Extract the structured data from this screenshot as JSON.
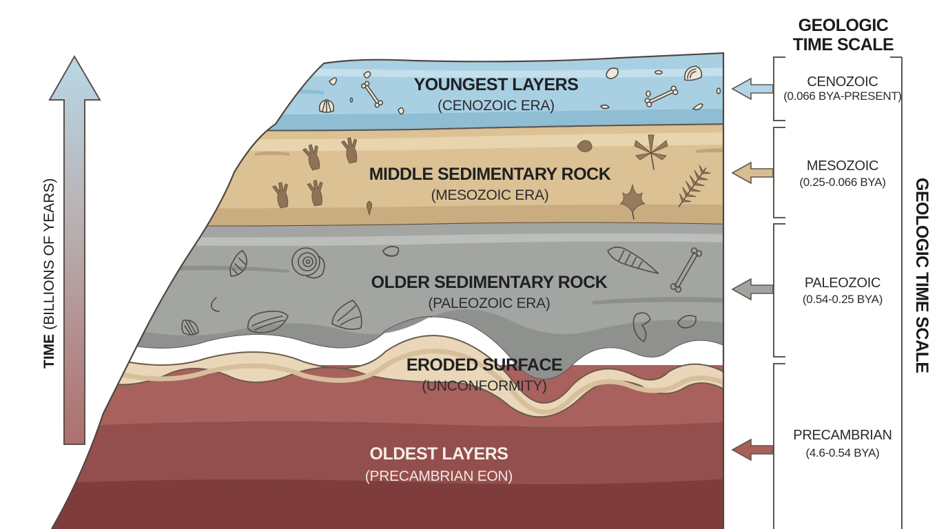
{
  "axis": {
    "label_bold": "TIME",
    "label_rest": "(BILLIONS OF YEARS)",
    "arrow_colors": {
      "top": "#b7d6e3",
      "bottom": "#b07270"
    }
  },
  "layers": [
    {
      "id": "cenozoic",
      "title": "YOUNGEST LAYERS",
      "subtitle": "(CENOZOIC ERA)",
      "color": "#a9d0e2",
      "fossils": [
        "shell-icon",
        "bone-icon",
        "clam-icon"
      ]
    },
    {
      "id": "mesozoic",
      "title": "MIDDLE SEDIMENTARY ROCK",
      "subtitle": "(MESOZOIC ERA)",
      "color": "#dcc093",
      "fossils": [
        "dinosaur-footprint-icon",
        "leaf-icon",
        "fern-icon"
      ]
    },
    {
      "id": "paleozoic",
      "title": "OLDER SEDIMENTARY ROCK",
      "subtitle": "(PALEOZOIC ERA)",
      "color": "#a2a4a1",
      "fossils": [
        "spiral-shell-icon",
        "ammonite-icon",
        "trilobite-icon",
        "bone-icon"
      ]
    },
    {
      "id": "unconformity",
      "title": "ERODED SURFACE",
      "subtitle": "(UNCONFORMITY)",
      "color": "#ead6b8",
      "fossils": []
    },
    {
      "id": "precambrian",
      "title": "OLDEST LAYERS",
      "subtitle": "(PRECAMBRIAN EON)",
      "color": "#9c5250",
      "fossils": []
    }
  ],
  "scale": {
    "title_line1": "GEOLOGIC",
    "title_line2": "TIME SCALE",
    "vertical_title": "GEOLOGIC TIME SCALE",
    "eras": [
      {
        "name": "CENOZOIC",
        "range": "(0.066 BYA-PRESENT)",
        "arrow_color": "#b3d5e5"
      },
      {
        "name": "MESOZOIC",
        "range": "(0.25-0.066 BYA)",
        "arrow_color": "#d8bd92"
      },
      {
        "name": "PALEOZOIC",
        "range": "(0.54-0.25 BYA)",
        "arrow_color": "#a3a4a2"
      },
      {
        "name": "PRECAMBRIAN",
        "range": "(4.6-0.54 BYA)",
        "arrow_color": "#a8605c"
      }
    ]
  }
}
